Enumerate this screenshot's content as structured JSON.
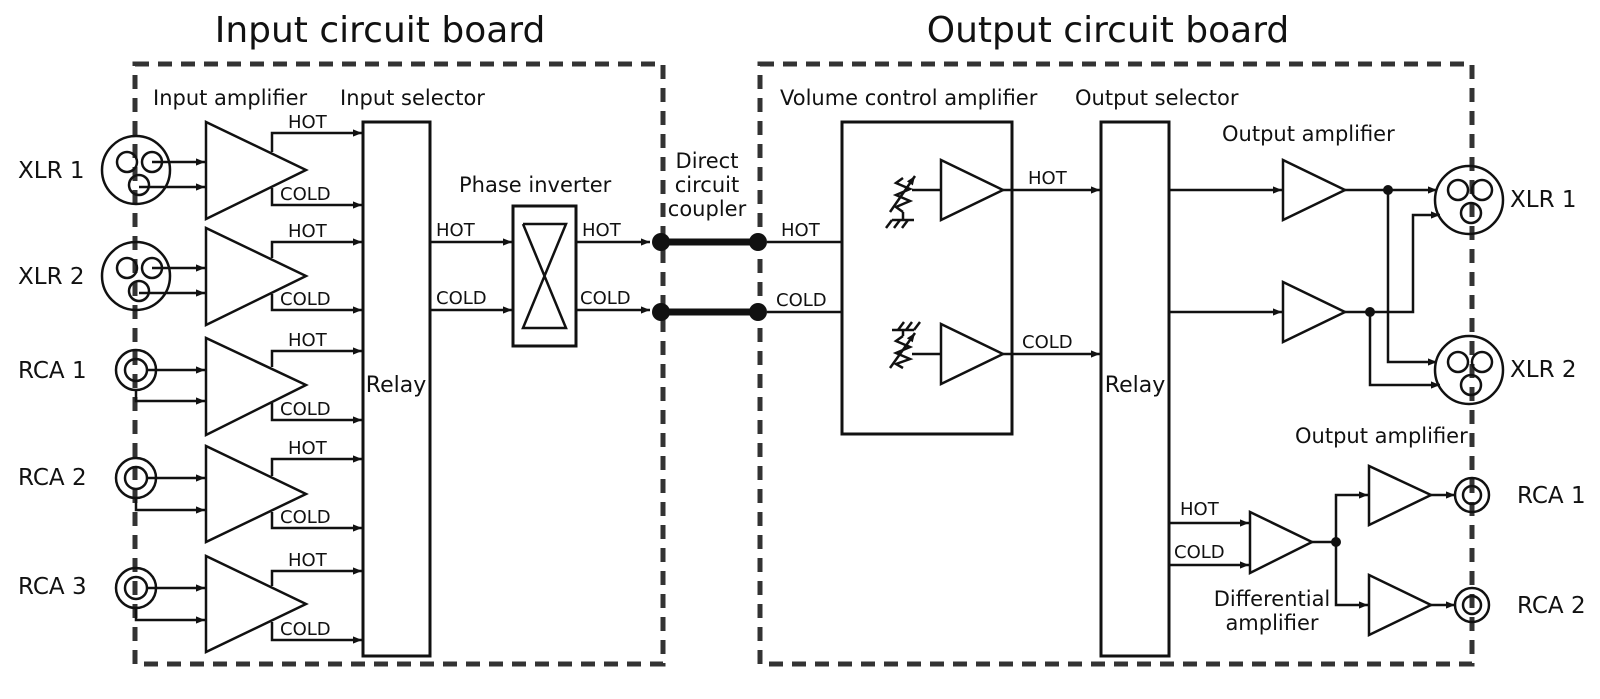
{
  "titles": {
    "input_board": "Input circuit board",
    "output_board": "Output circuit board"
  },
  "input_section": {
    "input_amplifier": "Input amplifier",
    "input_selector": "Input selector",
    "relay": "Relay",
    "phase_inverter": "Phase inverter",
    "ports": [
      "XLR 1",
      "XLR 2",
      "RCA 1",
      "RCA 2",
      "RCA 3"
    ]
  },
  "coupler": {
    "line1": "Direct",
    "line2": "circuit",
    "line3": "coupler"
  },
  "output_section": {
    "volume_control_amplifier": "Volume control amplifier",
    "output_selector": "Output selector",
    "relay": "Relay",
    "output_amplifier_1": "Output amplifier",
    "output_amplifier_2": "Output amplifier",
    "differential_line1": "Differential",
    "differential_line2": "amplifier",
    "ports": [
      "XLR 1",
      "XLR 2",
      "RCA 1",
      "RCA 2"
    ]
  },
  "signals": {
    "hot": "HOT",
    "cold": "COLD"
  }
}
